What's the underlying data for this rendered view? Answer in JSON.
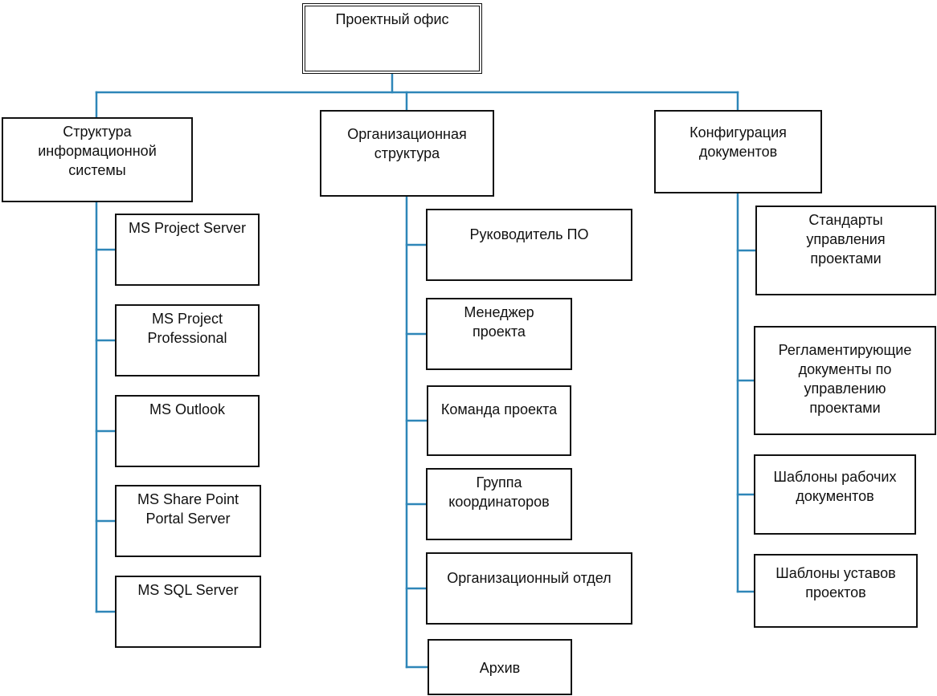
{
  "root": {
    "label": "Проектный офис"
  },
  "branches": [
    {
      "label": "Структура\nинформационной\nсистемы",
      "items": [
        "MS Project Server",
        "MS Project\nProfessional",
        "MS Outlook",
        "MS Share Point\nPortal Server",
        "MS SQL Server"
      ]
    },
    {
      "label": "Организационная\nструктура",
      "items": [
        "Руководитель ПО",
        "Менеджер\nпроекта",
        "Команда проекта",
        "Группа\nкоординаторов",
        "Организационный отдел",
        "Архив"
      ]
    },
    {
      "label": "Конфигурация\nдокументов",
      "items": [
        "Стандарты\nуправления\nпроектами",
        "Регламентирующие\nдокументы по\nуправлению\nпроектами",
        "Шаблоны рабочих\nдокументов",
        "Шаблоны уставов\nпроектов"
      ]
    }
  ],
  "colors": {
    "connector": "#2e86b8",
    "border": "#111111"
  }
}
